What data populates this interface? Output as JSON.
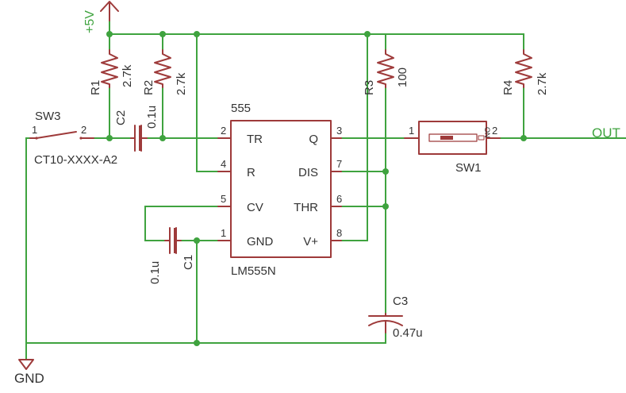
{
  "schematic": {
    "ic": {
      "type": "555",
      "name": "LM555N",
      "pins": {
        "tr": {
          "num": "2",
          "name": "TR"
        },
        "r": {
          "num": "4",
          "name": "R"
        },
        "cv": {
          "num": "5",
          "name": "CV"
        },
        "gnd": {
          "num": "1",
          "name": "GND"
        },
        "q": {
          "num": "3",
          "name": "Q"
        },
        "dis": {
          "num": "7",
          "name": "DIS"
        },
        "thr": {
          "num": "6",
          "name": "THR"
        },
        "vplus": {
          "num": "8",
          "name": "V+"
        }
      }
    },
    "resistors": {
      "r1": {
        "ref": "R1",
        "value": "2.7k"
      },
      "r2": {
        "ref": "R2",
        "value": "2.7k"
      },
      "r3": {
        "ref": "R3",
        "value": "100"
      },
      "r4": {
        "ref": "R4",
        "value": "2.7k"
      }
    },
    "capacitors": {
      "c1": {
        "ref": "C1",
        "value": "0.1u"
      },
      "c2": {
        "ref": "C2",
        "value": "0.1u"
      },
      "c3": {
        "ref": "C3",
        "value": "0.47u"
      }
    },
    "switches": {
      "sw1": {
        "ref": "SW1",
        "pin1": "1",
        "pin2": "2",
        "marking": "ON"
      },
      "sw3": {
        "ref": "SW3",
        "value": "CT10-XXXX-A2",
        "pin1": "1",
        "pin2": "2"
      }
    },
    "nets": {
      "vcc": "+5V",
      "gnd": "GND",
      "out": "OUT"
    },
    "colors": {
      "wire": "#3fa33f",
      "part": "#9e3a3a",
      "text": "#333333",
      "background": "#ffffff"
    }
  }
}
